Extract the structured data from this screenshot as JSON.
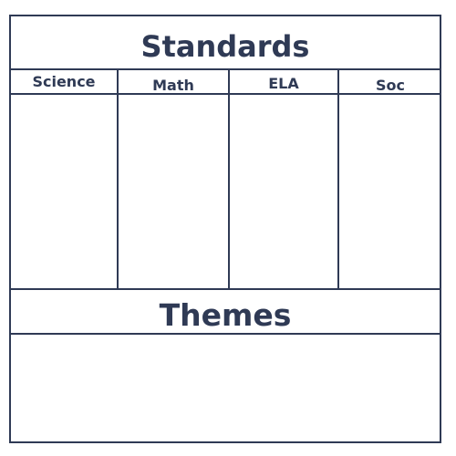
{
  "sheet": {
    "title": "Standards",
    "columns": [
      "Science",
      "Math",
      "ELA",
      "Soc"
    ],
    "section_title": "Themes"
  }
}
